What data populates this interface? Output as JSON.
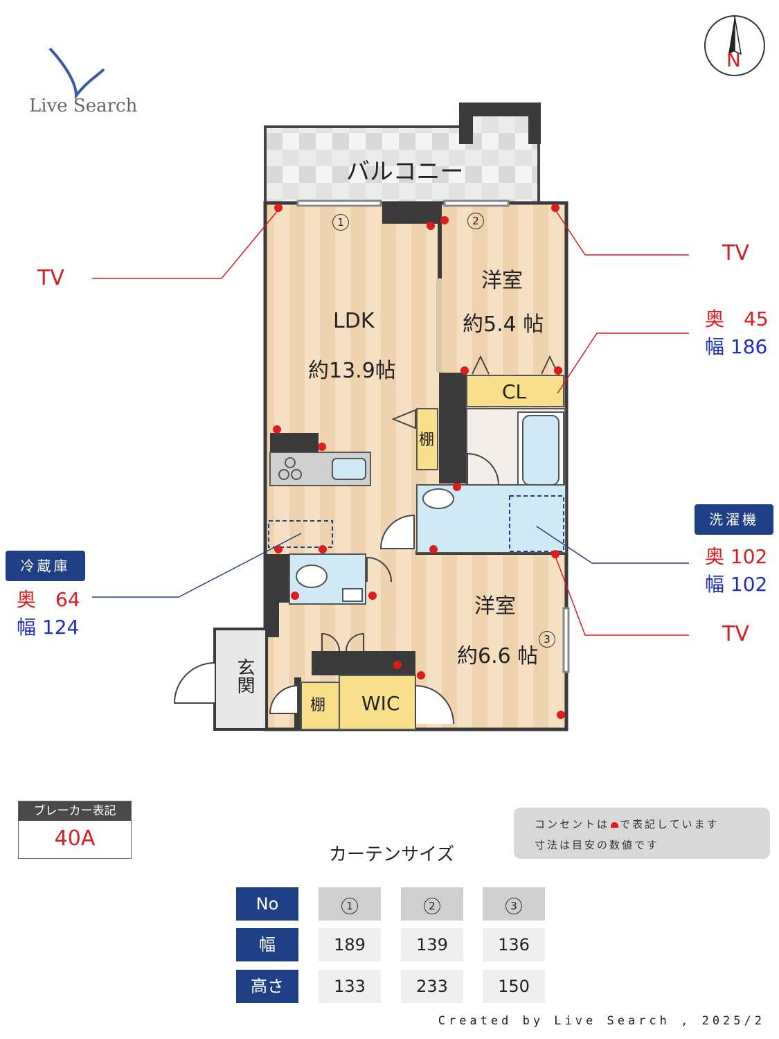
{
  "logo": {
    "name": "Live Search"
  },
  "compass": {
    "label": "N"
  },
  "rooms": {
    "balcony": "バルコニー",
    "ldk_name": "LDK",
    "ldk_size": "約13.9帖",
    "west1_name": "洋室",
    "west1_size": "約5.4 帖",
    "west2_name": "洋室",
    "west2_size": "約6.6 帖",
    "closet": "CL",
    "shelf1": "棚",
    "shelf2": "棚",
    "wic": "WIC",
    "entrance": "玄関"
  },
  "window_marks": [
    "1",
    "2",
    "3"
  ],
  "annotations": {
    "tv_left": "TV",
    "tv_right_top": "TV",
    "tv_right_bottom": "TV",
    "cl_depth": "奥　45",
    "cl_width": "幅 186",
    "washer_tag": "洗濯機",
    "washer_depth": "奥 102",
    "washer_width": "幅 102",
    "fridge_tag": "冷蔵庫",
    "fridge_depth": "奥　64",
    "fridge_width": "幅 124"
  },
  "breaker": {
    "title": "ブレーカー表記",
    "value": "40A"
  },
  "notes": {
    "line1": "コンセントは",
    "line1b": "で表記しています",
    "line2": "寸法は目安の数値です"
  },
  "curtain": {
    "title": "カーテンサイズ",
    "headers": [
      "No",
      "幅",
      "高さ"
    ],
    "columns": [
      {
        "no": "1",
        "width": "189",
        "height": "133"
      },
      {
        "no": "2",
        "width": "139",
        "height": "233"
      },
      {
        "no": "3",
        "width": "136",
        "height": "150"
      }
    ]
  },
  "footer": "Created by Live Search , 2025/2",
  "colors": {
    "wall": "#3a3a3a",
    "floor_light": "#f7e3c8",
    "floor_stripe": "#efd3b0",
    "bath_blue": "#cfe9f5",
    "closet_yellow": "#f8df8a",
    "outlet_red": "#e01b1b",
    "navy": "#1f3f86"
  }
}
